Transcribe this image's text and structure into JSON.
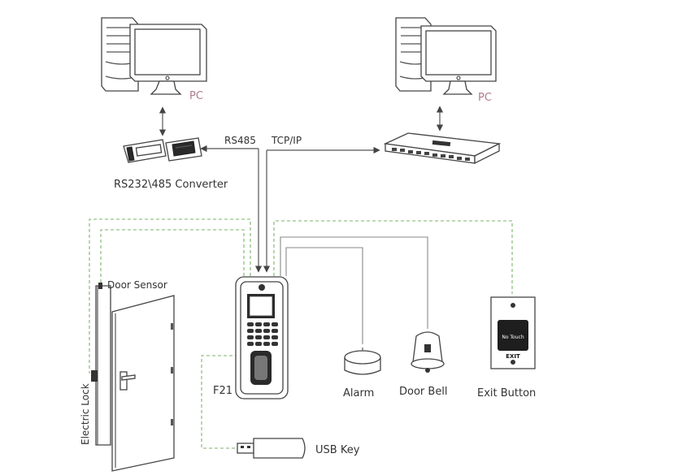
{
  "labels": {
    "pc_left": "PC",
    "pc_right": "PC",
    "converter": "RS232\\485 Converter",
    "rs485": "RS485",
    "tcpip": "TCP/IP",
    "door_sensor": "Door Sensor",
    "electric_lock": "Electric Lock",
    "device": "F21",
    "alarm": "Alarm",
    "door_bell": "Door Bell",
    "exit_button": "Exit Button",
    "usb_key": "USB Key",
    "exit_plate_text": "EXIT",
    "exit_button_text": "No Touch"
  },
  "colors": {
    "dashed_wire": "#7bb36a",
    "solid_wire": "#555555",
    "pc_label": "#b07a8a"
  }
}
